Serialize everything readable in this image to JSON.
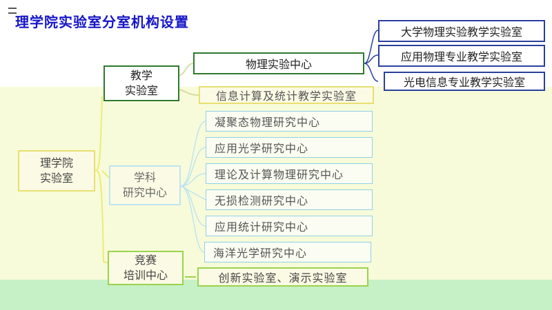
{
  "title": "理学院实验室分室机构设置",
  "root": {
    "line1": "理学院",
    "line2": "实验室"
  },
  "teaching": {
    "line1": "教学",
    "line2": "实验室"
  },
  "teaching_children": [
    "物理实验中心",
    "信息计算及统计教学实验室"
  ],
  "physics_children": [
    "大学物理实验教学实验室",
    "应用物理专业教学实验室",
    "光电信息专业教学实验室"
  ],
  "research": {
    "line1": "学科",
    "line2": "研究中心"
  },
  "research_children": [
    "凝聚态物理研究中心",
    "应用光学研究中心",
    "理论及计算物理研究中心",
    "无损检测研究中心",
    "应用统计研究中心",
    "海洋光学研究中心"
  ],
  "competition": {
    "line1": "竞赛",
    "line2": "培训中心"
  },
  "competition_child": "创新实验室、演示实验室",
  "colors": {
    "title": "#1515c8",
    "teaching_border": "#2d7a2d",
    "physics_border": "#2a3f9c",
    "node_border": "#e8e070",
    "research_border": "#8fd0e8",
    "band_yellow": "#f7fbd9",
    "band_green": "#c6f0c6"
  }
}
